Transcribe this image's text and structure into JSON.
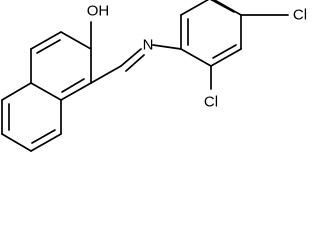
{
  "molecule": {
    "atoms": {
      "hydroxyl": "OH",
      "imine_nitrogen": "N",
      "chlorine_para": "Cl",
      "chlorine_ortho": "Cl"
    }
  }
}
